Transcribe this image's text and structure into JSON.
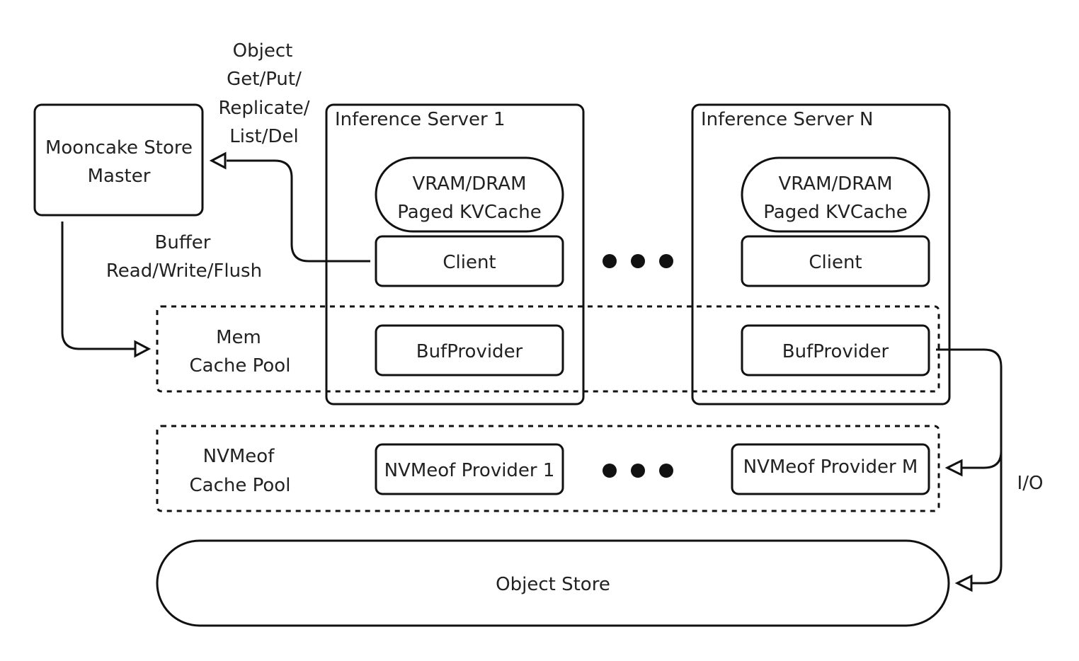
{
  "nodes": {
    "master": [
      "Mooncake Store",
      "Master"
    ],
    "server_1_title": "Inference Server 1",
    "server_n_title": "Inference Server N",
    "server_1_vram": [
      "VRAM/DRAM",
      "Paged KVCache"
    ],
    "server_n_vram": [
      "VRAM/DRAM",
      "Paged KVCache"
    ],
    "server_1_client": "Client",
    "server_n_client": "Client",
    "server_1_bufprovider": "BufProvider",
    "server_n_bufprovider": "BufProvider",
    "mem_pool_label": [
      "Mem",
      "Cache Pool"
    ],
    "nvmeof_pool_label": [
      "NVMeof",
      "Cache Pool"
    ],
    "nvmeof_provider_1": "NVMeof Provider 1",
    "nvmeof_provider_m": "NVMeof Provider M",
    "object_store": "Object Store"
  },
  "edges": {
    "object_ops": [
      "Object",
      "Get/Put/",
      "Replicate/",
      "List/Del"
    ],
    "buffer_ops": [
      "Buffer",
      "Read/Write/Flush"
    ],
    "io": "I/O"
  },
  "colors": {
    "stroke": "#111111",
    "text": "#222222",
    "background": "#ffffff"
  }
}
